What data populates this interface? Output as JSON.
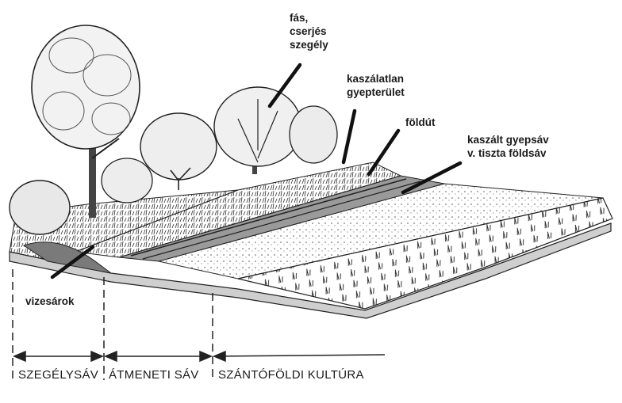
{
  "labels": {
    "woody_edge_line1": "fás,",
    "woody_edge_line2": "cserjés",
    "woody_edge_line3": "szegély",
    "unmowed_line1": "kaszálatlan",
    "unmowed_line2": "gyepterület",
    "dirt_road": "földút",
    "mowed_line1": "kaszált gyepsáv",
    "mowed_line2": "v. tiszta földsáv",
    "ditch": "vizesárok"
  },
  "zones": {
    "margin": "SZEGÉLYSÁV",
    "transition": "ÁTMENETI SÁV",
    "arable": "SZÁNTÓFÖLDI KULTÚRA"
  }
}
